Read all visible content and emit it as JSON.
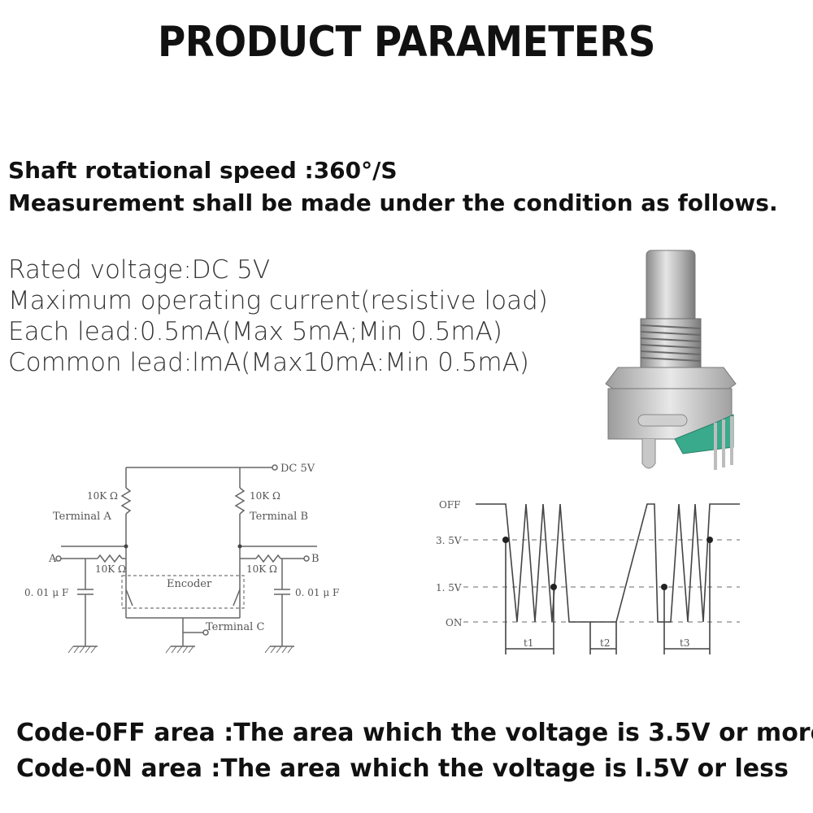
{
  "title": "PRODUCT PARAMETERS",
  "header_lines": {
    "line1": "Shaft rotational speed :360°/S",
    "line2": "Measurement shall be made under the condition as follows."
  },
  "specs": [
    "Rated voltage:DC 5V",
    "Maximum operating current(resistive load)",
    "Each lead:0.5mA(Max 5mA;Min 0.5mA)",
    "Common lead:lmA(Max10mA:Min 0.5mA)"
  ],
  "circuit": {
    "supply": "DC 5V",
    "resistor_a": "10K Ω",
    "terminal_a": "Terminal A",
    "resistor_b": "10K Ω",
    "terminal_b": "Terminal B",
    "input_a": "A",
    "input_b": "B",
    "series_a": "10K Ω",
    "series_b": "10K Ω",
    "encoder": "Encoder",
    "cap_a": "0. 01 μ F",
    "cap_b": "0. 01 μ F",
    "terminal_c": "Terminal C"
  },
  "waveform": {
    "off": "OFF",
    "v35": "3. 5V",
    "v15": "1. 5V",
    "on": "ON",
    "t1": "t1",
    "t2": "t2",
    "t3": "t3"
  },
  "footer": {
    "line1": "Code-0FF area :The area which the voltage is 3.5V or more",
    "line2": "Code-0N area :The area which the voltage is l.5V or less"
  }
}
